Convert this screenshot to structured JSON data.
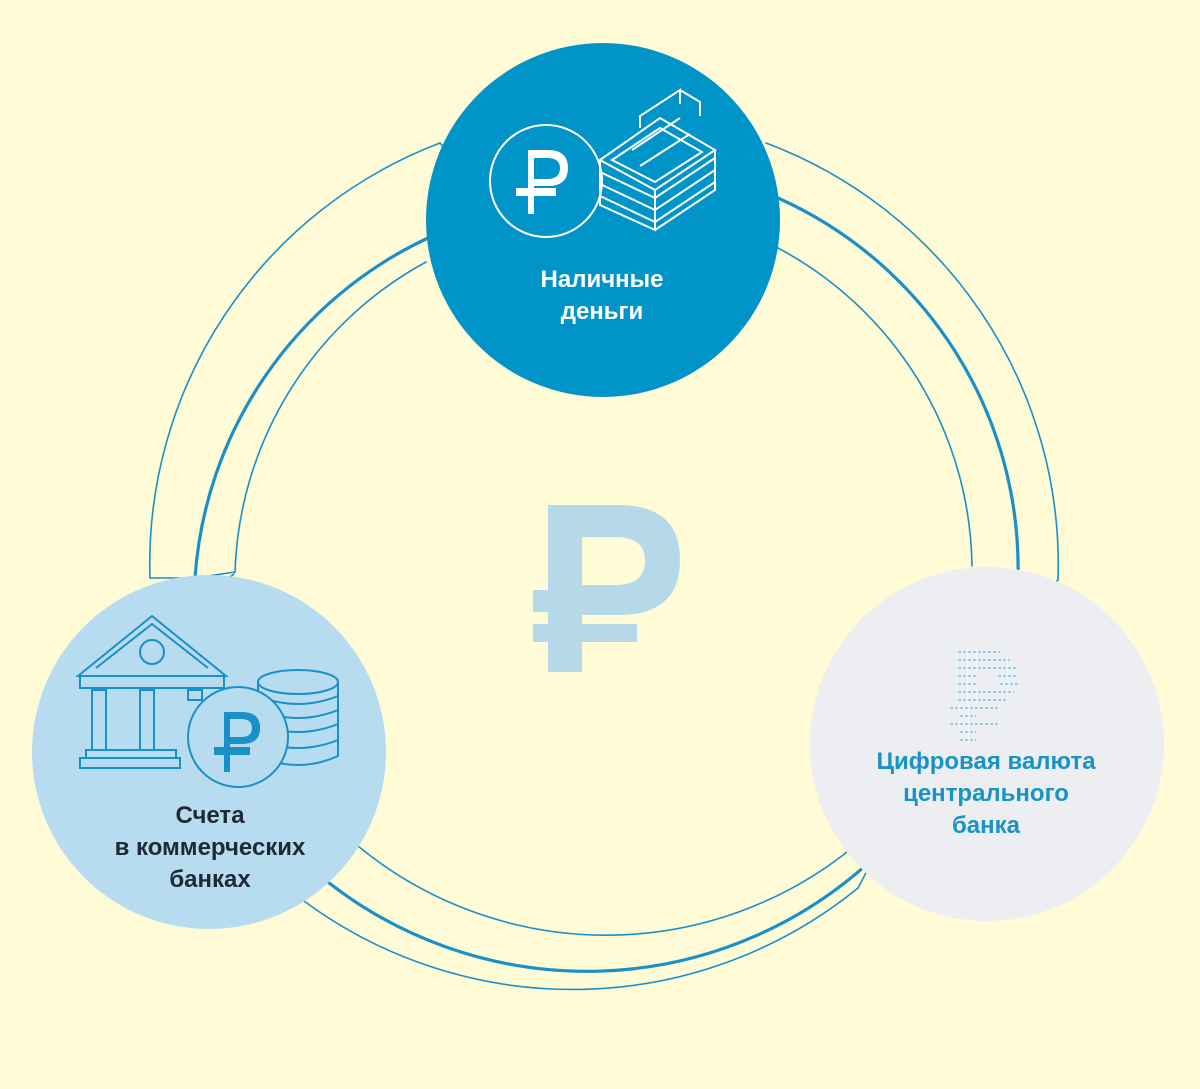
{
  "nodes": {
    "cash": {
      "line1": "Наличные",
      "line2": "деньги",
      "icon": "ruble-coin-and-banknotes-icon"
    },
    "accounts": {
      "line1": "Счета",
      "line2": "в коммерческих",
      "line3": "банках",
      "icon": "bank-building-and-coins-icon"
    },
    "digital": {
      "line1": "Цифровая валюта",
      "line2": "центрального",
      "line3": "банка",
      "icon": "digital-ruble-icon"
    }
  },
  "center": {
    "symbol": "₽",
    "icon": "ruble-sign-icon"
  },
  "colors": {
    "background": "#fefbd6",
    "cash_circle": "#0094c9",
    "accounts_circle": "#b7dbef",
    "digital_circle": "#eceef1",
    "ring_stroke": "#1a90c8",
    "center_symbol": "#b6d9ea",
    "accounts_text": "#1e2a36",
    "digital_text": "#1793c6"
  }
}
